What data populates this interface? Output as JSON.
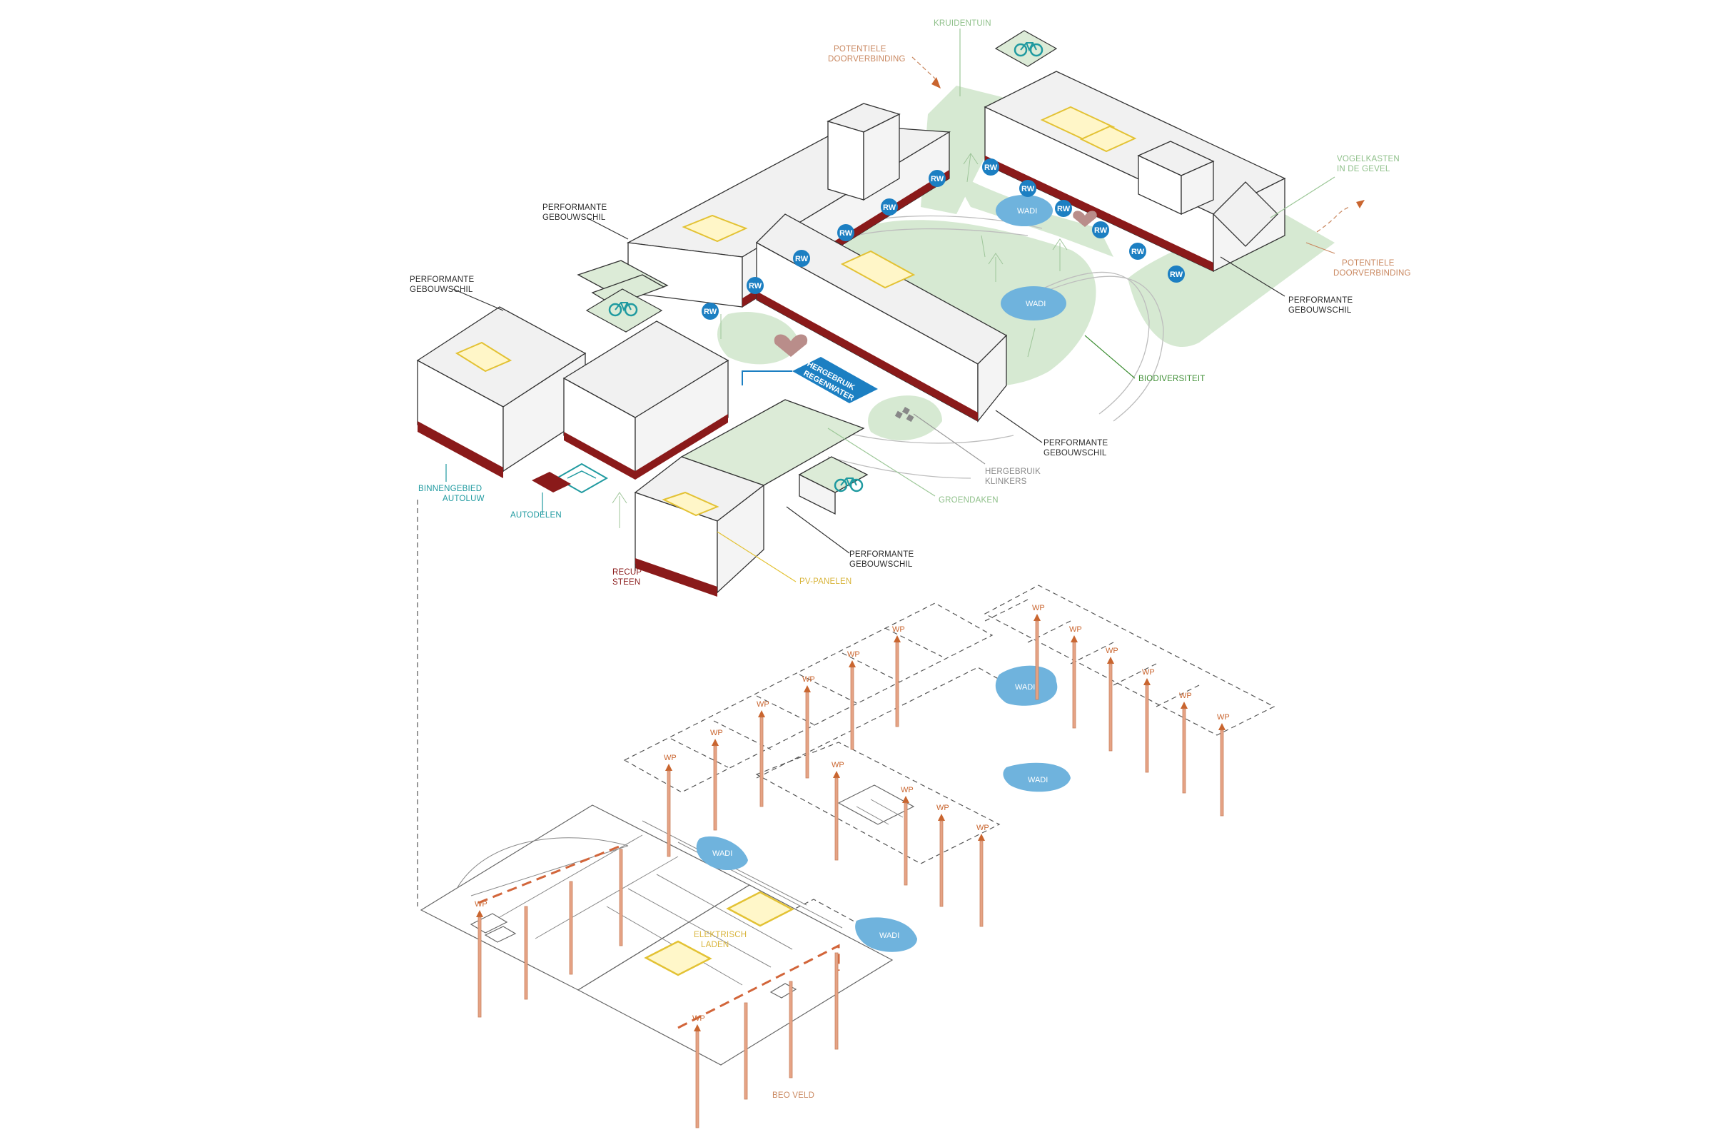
{
  "labels": {
    "kruidentuin": "KRUIDENTUIN",
    "potentiele_doorverbinding_top_1": "POTENTIELE",
    "potentiele_doorverbinding_top_2": "DOORVERBINDING",
    "potentiele_doorverbinding_right_1": "POTENTIELE",
    "potentiele_doorverbinding_right_2": "DOORVERBINDING",
    "vogelkasten_1": "VOGELKASTEN",
    "vogelkasten_2": "IN DE GEVEL",
    "performante_1": "PERFORMANTE",
    "gebouwschil": "GEBOUWSCHIL",
    "biodiversiteit": "BIODIVERSITEIT",
    "hergebruik_klinkers_1": "HERGEBRUIK",
    "hergebruik_klinkers_2": "KLINKERS",
    "groendaken": "GROENDAKEN",
    "binnengebied_1": "BINNENGEBIED",
    "binnengebied_2": "AUTOLUW",
    "autodelen": "AUTODELEN",
    "recup_1": "RECUP",
    "recup_2": "STEEN",
    "pv_panelen": "PV-PANELEN",
    "hergebruik_regenwater_1": "HERGEBRUIK",
    "hergebruik_regenwater_2": "REGENWATER",
    "elektrisch_1": "ELEKTRISCH",
    "elektrisch_2": "LADEN",
    "beo_veld": "BEO VELD",
    "wadi": "WADI",
    "rw": "RW",
    "wp": "WP"
  },
  "icons": [
    "bicycle-icon",
    "heart-icon",
    "pavers-icon",
    "tree-icon"
  ],
  "colors": {
    "maroon": "#8a1a1a",
    "green_area": "#d6e9d2",
    "wadi_blue": "#6fb3dd",
    "rw_blue": "#1c7fc2",
    "pv_yellow": "#e3c234",
    "geothermal_orange": "#e6a385",
    "teal": "#1f9aa0"
  }
}
